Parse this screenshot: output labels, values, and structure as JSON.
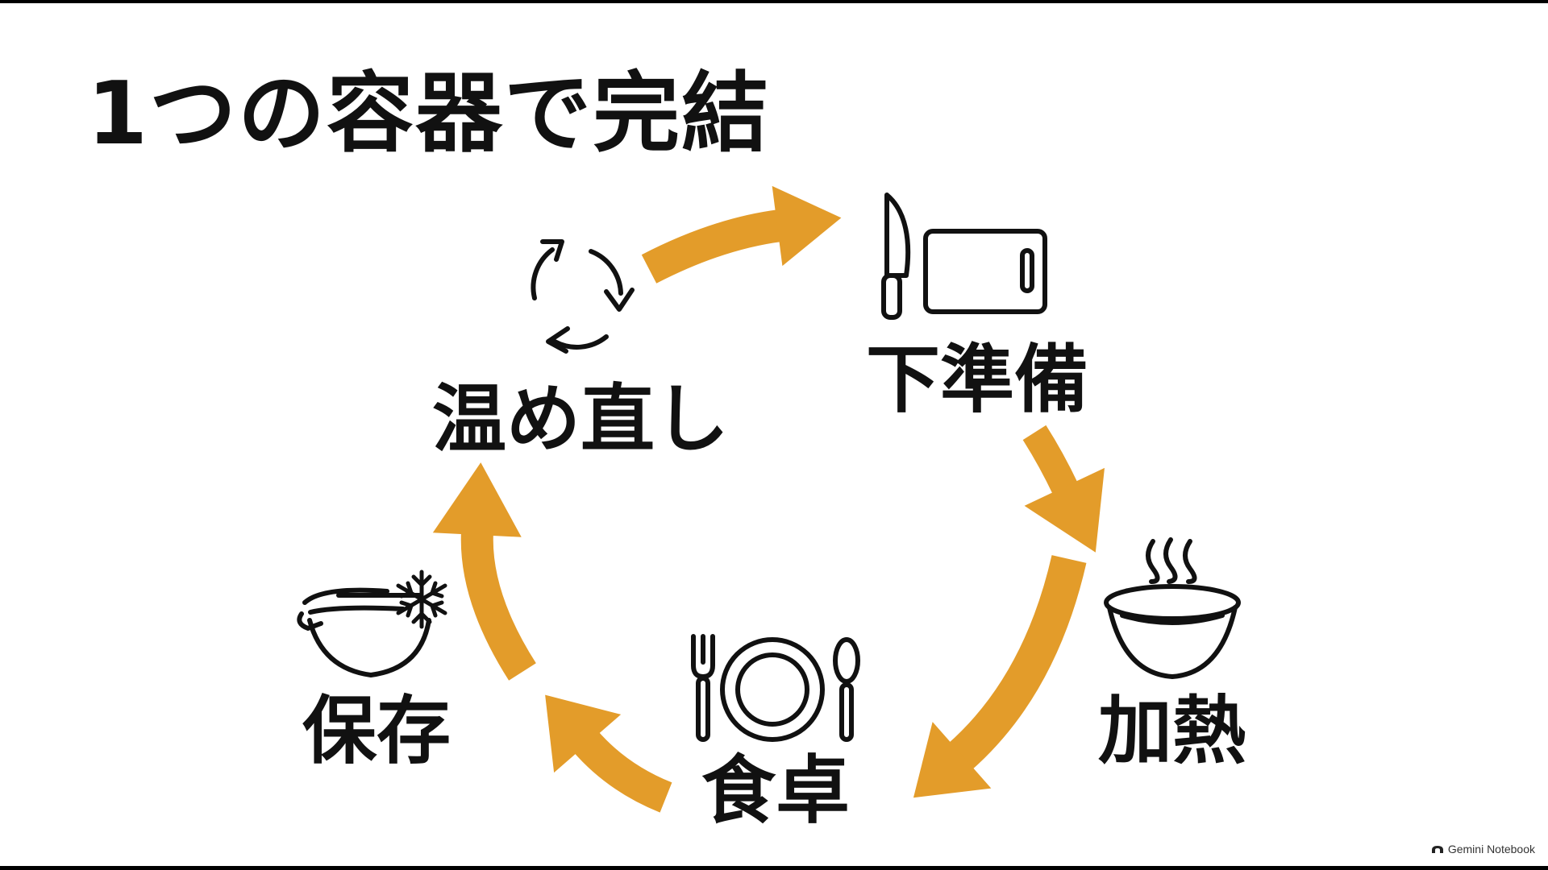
{
  "title": "1つの容器で完結",
  "steps": [
    {
      "label": "下準備",
      "icon": "knife-cutting-board-icon"
    },
    {
      "label": "加熱",
      "icon": "steaming-bowl-icon"
    },
    {
      "label": "食卓",
      "icon": "plate-fork-spoon-icon"
    },
    {
      "label": "保存",
      "icon": "bowl-with-snowflake-icon"
    },
    {
      "label": "温め直し",
      "icon": "circular-arrows-icon"
    }
  ],
  "colors": {
    "arrow": "#E39C2A",
    "text": "#111111",
    "icon_stroke": "#111111"
  },
  "watermark": "Gemini Notebook"
}
